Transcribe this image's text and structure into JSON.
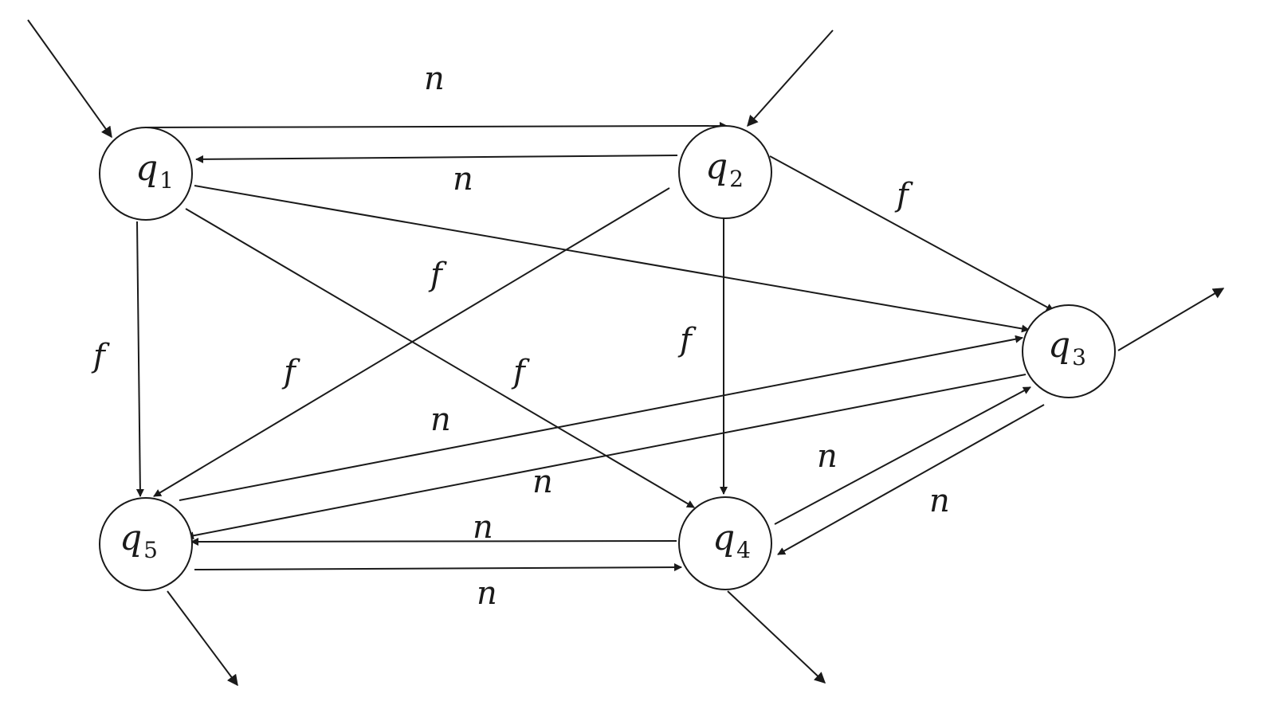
{
  "automaton": {
    "states": [
      {
        "id": "q1",
        "name": "q",
        "index": "1",
        "initial": true,
        "final": false
      },
      {
        "id": "q2",
        "name": "q",
        "index": "2",
        "initial": true,
        "final": false
      },
      {
        "id": "q3",
        "name": "q",
        "index": "3",
        "initial": false,
        "final": true
      },
      {
        "id": "q4",
        "name": "q",
        "index": "4",
        "initial": false,
        "final": true
      },
      {
        "id": "q5",
        "name": "q",
        "index": "5",
        "initial": false,
        "final": true
      }
    ],
    "transitions": [
      {
        "from": "q1",
        "to": "q2",
        "label": "n"
      },
      {
        "from": "q2",
        "to": "q1",
        "label": "n"
      },
      {
        "from": "q2",
        "to": "q3",
        "label": "f"
      },
      {
        "from": "q2",
        "to": "q5",
        "label": "f"
      },
      {
        "from": "q1",
        "to": "q3",
        "label": "f"
      },
      {
        "from": "q1",
        "to": "q5",
        "label": "f"
      },
      {
        "from": "q2",
        "to": "q4",
        "label": "f"
      },
      {
        "from": "q1",
        "to": "q4",
        "label": "f"
      },
      {
        "from": "q5",
        "to": "q3",
        "label": "n"
      },
      {
        "from": "q3",
        "to": "q5",
        "label": "n"
      },
      {
        "from": "q4",
        "to": "q3",
        "label": "n"
      },
      {
        "from": "q3",
        "to": "q4",
        "label": "n"
      },
      {
        "from": "q4",
        "to": "q5",
        "label": "n"
      },
      {
        "from": "q5",
        "to": "q4",
        "label": "n"
      }
    ]
  },
  "colors": {
    "stroke": "#1a1a1a",
    "background": "#ffffff"
  }
}
